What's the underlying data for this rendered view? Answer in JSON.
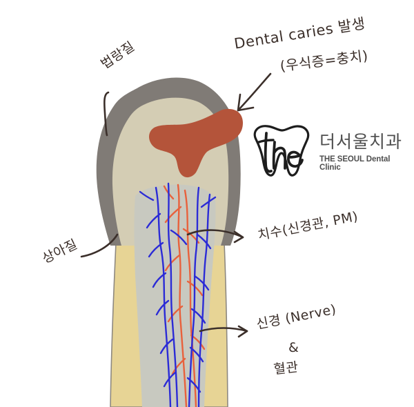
{
  "diagram": {
    "title_alt": "Dental caries tooth cross-section diagram",
    "annotations": {
      "caries_en": "Dental  caries 발생",
      "caries_ko": "(우식증=충치)",
      "enamel": "법랑질",
      "dentin": "상아질",
      "pulp": "치수(신경관, PM)",
      "nerve": "신경 (Nerve)",
      "ampersand": "&",
      "vessel": "혈관"
    },
    "icons": {
      "caries_arrow": "arrow-down-left-icon",
      "pulp_leader": "leader-arrow-right-icon",
      "nerve_leader": "leader-arrow-right-icon",
      "enamel_leader": "leader-hook-icon",
      "dentin_leader": "leader-curve-icon"
    },
    "colors": {
      "background": "#ffffff",
      "enamel": "#807b76",
      "dentin": "#d4cdb4",
      "pulp": "#c8c9c0",
      "caries": "#b4543a",
      "root": "#e7d495",
      "artery": "#e8613c",
      "nerve_vein": "#2b2bd6",
      "ink": "#3b2f2a"
    }
  },
  "logo": {
    "mark_text": "the",
    "name_ko": "더서울치과",
    "name_en": "THE SEOUL Dental Clinic",
    "color": "#4e4e4e"
  }
}
